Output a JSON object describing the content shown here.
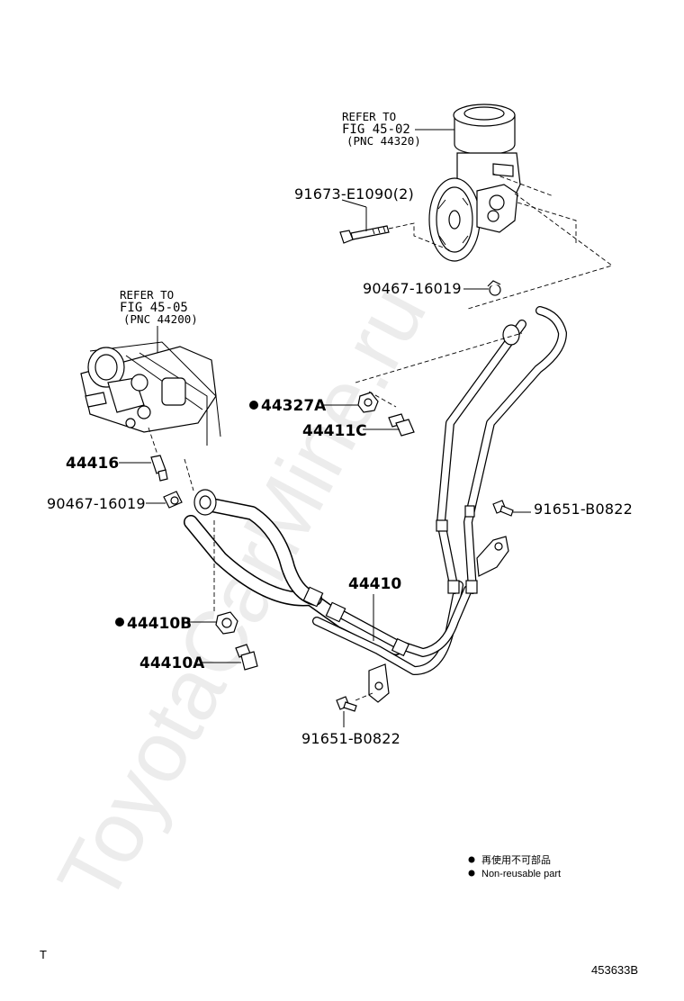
{
  "parts": {
    "p_91673": "91673-E1090(2)",
    "p_90467_top": "90467-16019",
    "p_44327a": "44327A",
    "p_44411c": "44411C",
    "p_44416": "44416",
    "p_90467_left": "90467-16019",
    "p_91651_right": "91651-B0822",
    "p_44410": "44410",
    "p_44410b": "44410B",
    "p_44410a": "44410A",
    "p_91651_bottom": "91651-B0822"
  },
  "refs": {
    "pump": {
      "line1": "REFER TO",
      "line2": "FIG 45-02",
      "line3": "(PNC 44320)"
    },
    "gear": {
      "line1": "REFER TO",
      "line2": "FIG 45-05",
      "line3": "(PNC 44200)"
    }
  },
  "legend": {
    "jp": "再使用不可部品",
    "en": "Non-reusable part"
  },
  "footer": {
    "left_mark": "T",
    "figure_code": "453633B"
  },
  "watermark": "ToyotaCarMine.ru"
}
